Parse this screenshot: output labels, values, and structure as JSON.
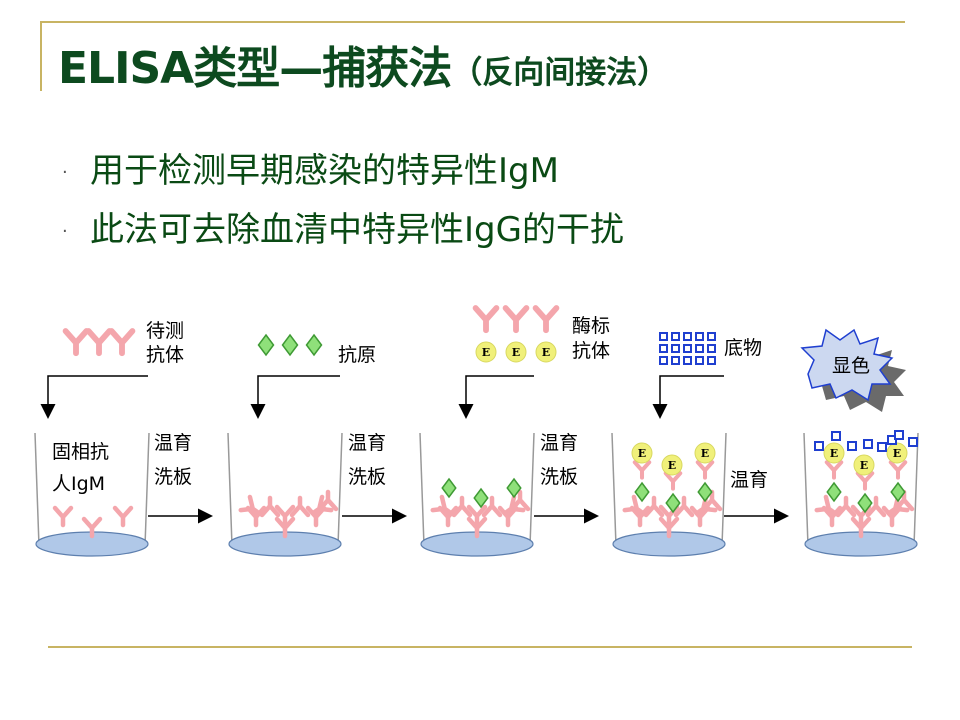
{
  "slide": {
    "title_main": "ELISA类型—捕获法",
    "title_sub": "（反向间接法）",
    "bullets": [
      "用于检测早期感染的特异性IgM",
      "此法可去除血清中特异性IgG的干扰"
    ]
  },
  "diagram": {
    "top_labels": {
      "sample_antibody": [
        "待测",
        "抗体"
      ],
      "antigen": "抗原",
      "enzyme_antibody": [
        "酶标",
        "抗体"
      ],
      "substrate": "底物",
      "color": "显色"
    },
    "well1_labels": [
      "固相抗",
      "人IgM"
    ],
    "step_labels": [
      [
        "温育",
        "洗板"
      ],
      [
        "温育",
        "洗板"
      ],
      [
        "温育",
        "洗板"
      ],
      [
        "温育"
      ]
    ],
    "enzyme_letter": "E",
    "colors": {
      "antibody": "#f4a6ac",
      "antigen_fill": "#8fe07a",
      "antigen_stroke": "#3f9a34",
      "enzyme_fill": "#f0f07a",
      "substrate": "#1f3fd0",
      "plate": "#b0c8e8",
      "border": "#c8b463",
      "title": "#0d4a1f"
    }
  }
}
